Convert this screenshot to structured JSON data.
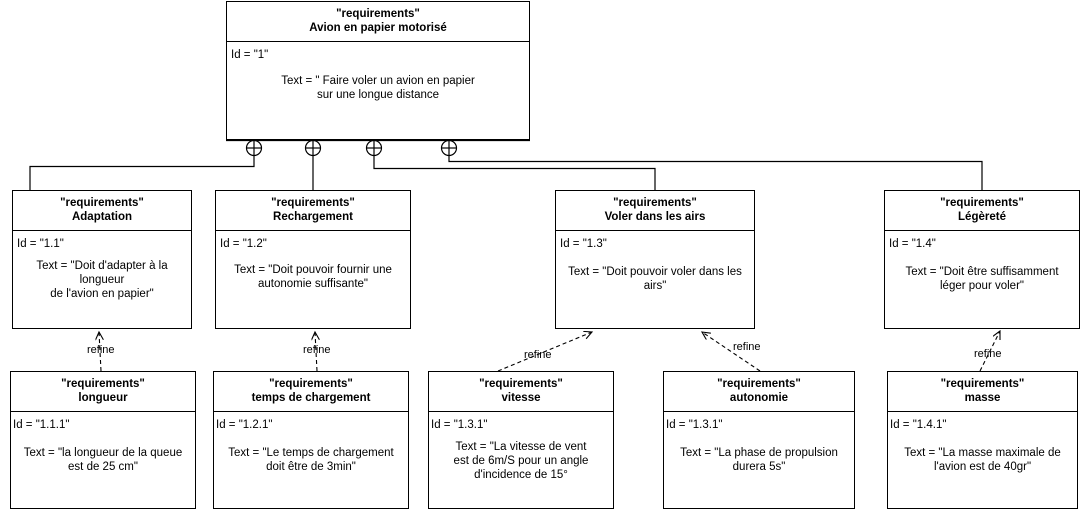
{
  "diagram": {
    "kind": "sysml-requirements-diagram",
    "stereotype": "\"requirements\"",
    "relationship_label": "refine",
    "line_color": "#000000",
    "background": "#ffffff"
  },
  "nodes": {
    "root": {
      "stereotype": "\"requirements\"",
      "title": "Avion en papier motorisé",
      "id_line": "Id = \"1\"",
      "text_line": "Text = \" Faire voler un avion en papier\nsur une longue distance"
    },
    "adaptation": {
      "stereotype": "\"requirements\"",
      "title": "Adaptation",
      "id_line": "Id = \"1.1\"",
      "text_line": "Text = \"Doit d'adapter à la\nlongueur\nde l'avion en papier\""
    },
    "rechargement": {
      "stereotype": "\"requirements\"",
      "title": "Rechargement",
      "id_line": "Id = \"1.2\"",
      "text_line": "Text = \"Doit pouvoir fournir une\nautonomie suffisante\""
    },
    "voler": {
      "stereotype": "\"requirements\"",
      "title": "Voler dans les airs",
      "id_line": "Id = \"1.3\"",
      "text_line": "Text = \"Doit pouvoir voler dans les\nairs\""
    },
    "legerete": {
      "stereotype": "\"requirements\"",
      "title": "Légèreté",
      "id_line": "Id = \"1.4\"",
      "text_line": "Text = \"Doit être suffisamment\nléger pour voler\""
    },
    "longueur": {
      "stereotype": "\"requirements\"",
      "title": "longueur",
      "id_line": "Id = \"1.1.1\"",
      "text_line": "Text = \"la longueur de la queue\nest de 25 cm\""
    },
    "temps": {
      "stereotype": "\"requirements\"",
      "title": "temps de chargement",
      "id_line": "Id = \"1.2.1\"",
      "text_line": "Text = \"Le temps de chargement\ndoit être de 3min\""
    },
    "vitesse": {
      "stereotype": "\"requirements\"",
      "title": "vitesse",
      "id_line": "Id = \"1.3.1\"",
      "text_line": "Text = \"La vitesse de vent\nest de 6m/S pour un angle\nd'incidence de 15°"
    },
    "autonomie": {
      "stereotype": "\"requirements\"",
      "title": "autonomie",
      "id_line": "Id = \"1.3.1\"",
      "text_line": "Text = \"La phase de propulsion\ndurera 5s\""
    },
    "masse": {
      "stereotype": "\"requirements\"",
      "title": "masse",
      "id_line": "Id = \"1.4.1\"",
      "text_line": "Text = \"La masse maximale de\nl'avion est de 40gr\""
    }
  },
  "edges": {
    "refine_labels": [
      "refine",
      "refine",
      "refine",
      "refine",
      "refine"
    ]
  }
}
